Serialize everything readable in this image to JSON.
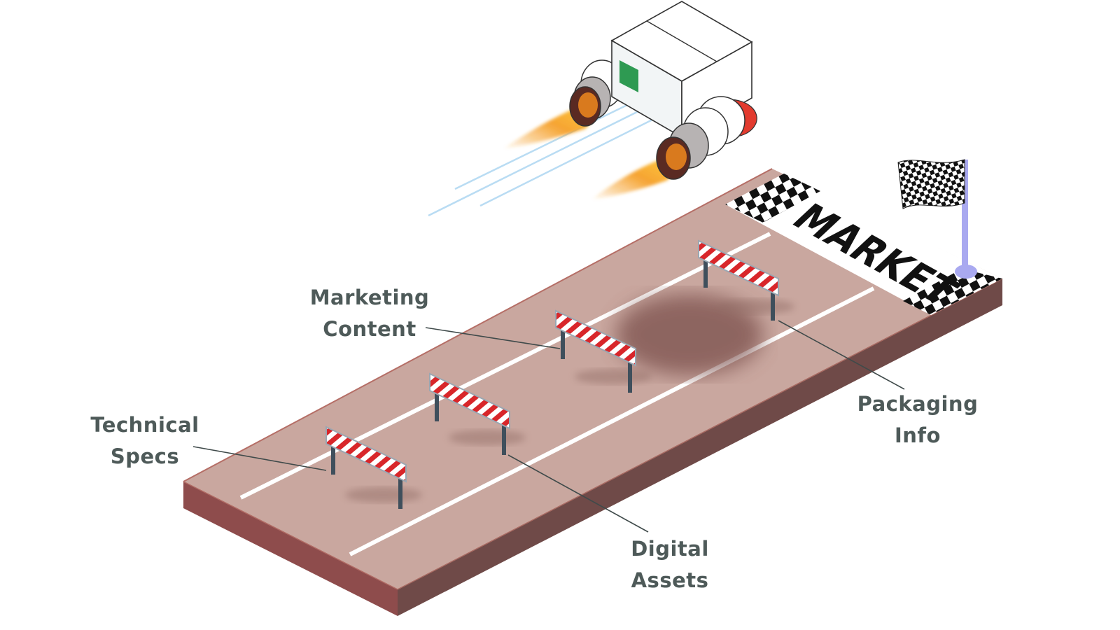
{
  "finish_banner": {
    "text": "MARKET"
  },
  "hurdles": [
    {
      "id": "technical-specs",
      "line1": "Technical",
      "line2": "Specs"
    },
    {
      "id": "digital-assets",
      "line1": "Digital",
      "line2": "Assets"
    },
    {
      "id": "marketing-content",
      "line1": "Marketing",
      "line2": "Content"
    },
    {
      "id": "packaging-info",
      "line1": "Packaging",
      "line2": "Info"
    }
  ],
  "colors": {
    "track_top": "#c9a79f",
    "track_left_side": "#8e4c4c",
    "track_right_side": "#6f4a48",
    "lane_lines": "#ffffff",
    "hurdle_stripe_red": "#d8262a",
    "hurdle_post": "#3f4f5c",
    "flag_pole": "#a9a9f0",
    "flame": "#f59a1c",
    "nose_cone": "#e23b2f",
    "box_label": "#2e9a52",
    "speed_lines": "#b9dcf3",
    "text": "#4e5a59"
  }
}
